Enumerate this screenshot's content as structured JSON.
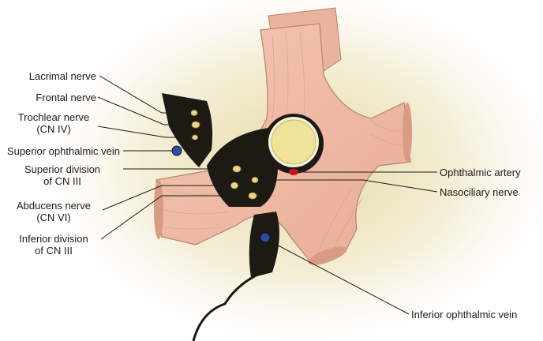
{
  "labels": {
    "lacrimal_nerve": "Lacrimal nerve",
    "frontal_nerve": "Frontal nerve",
    "trochlear_nerve": "Trochlear nerve",
    "trochlear_nerve_cn": "(CN IV)",
    "superior_ophthalmic_vein": "Superior ophthalmic vein",
    "superior_division": "Superior division",
    "superior_division_cn": "of CN III",
    "abducens_nerve": "Abducens nerve",
    "abducens_nerve_cn": "(CN VI)",
    "inferior_division": "Inferior division",
    "inferior_division_cn": "of CN III",
    "ophthalmic_artery": "Ophthalmic artery",
    "nasociliary_nerve": "Nasociliary nerve",
    "inferior_ophthalmic_vein": "Inferior ophthalmic vein"
  },
  "colors": {
    "background_glow": "#e8dfb0",
    "muscle": "#f0bca8",
    "muscle_shadow": "#d99a86",
    "fissure": "#1d1a14",
    "nerve": "#e9d489",
    "vein": "#2a4ea8",
    "optic_nerve": "#efe39a",
    "artery": "#c8141c"
  }
}
